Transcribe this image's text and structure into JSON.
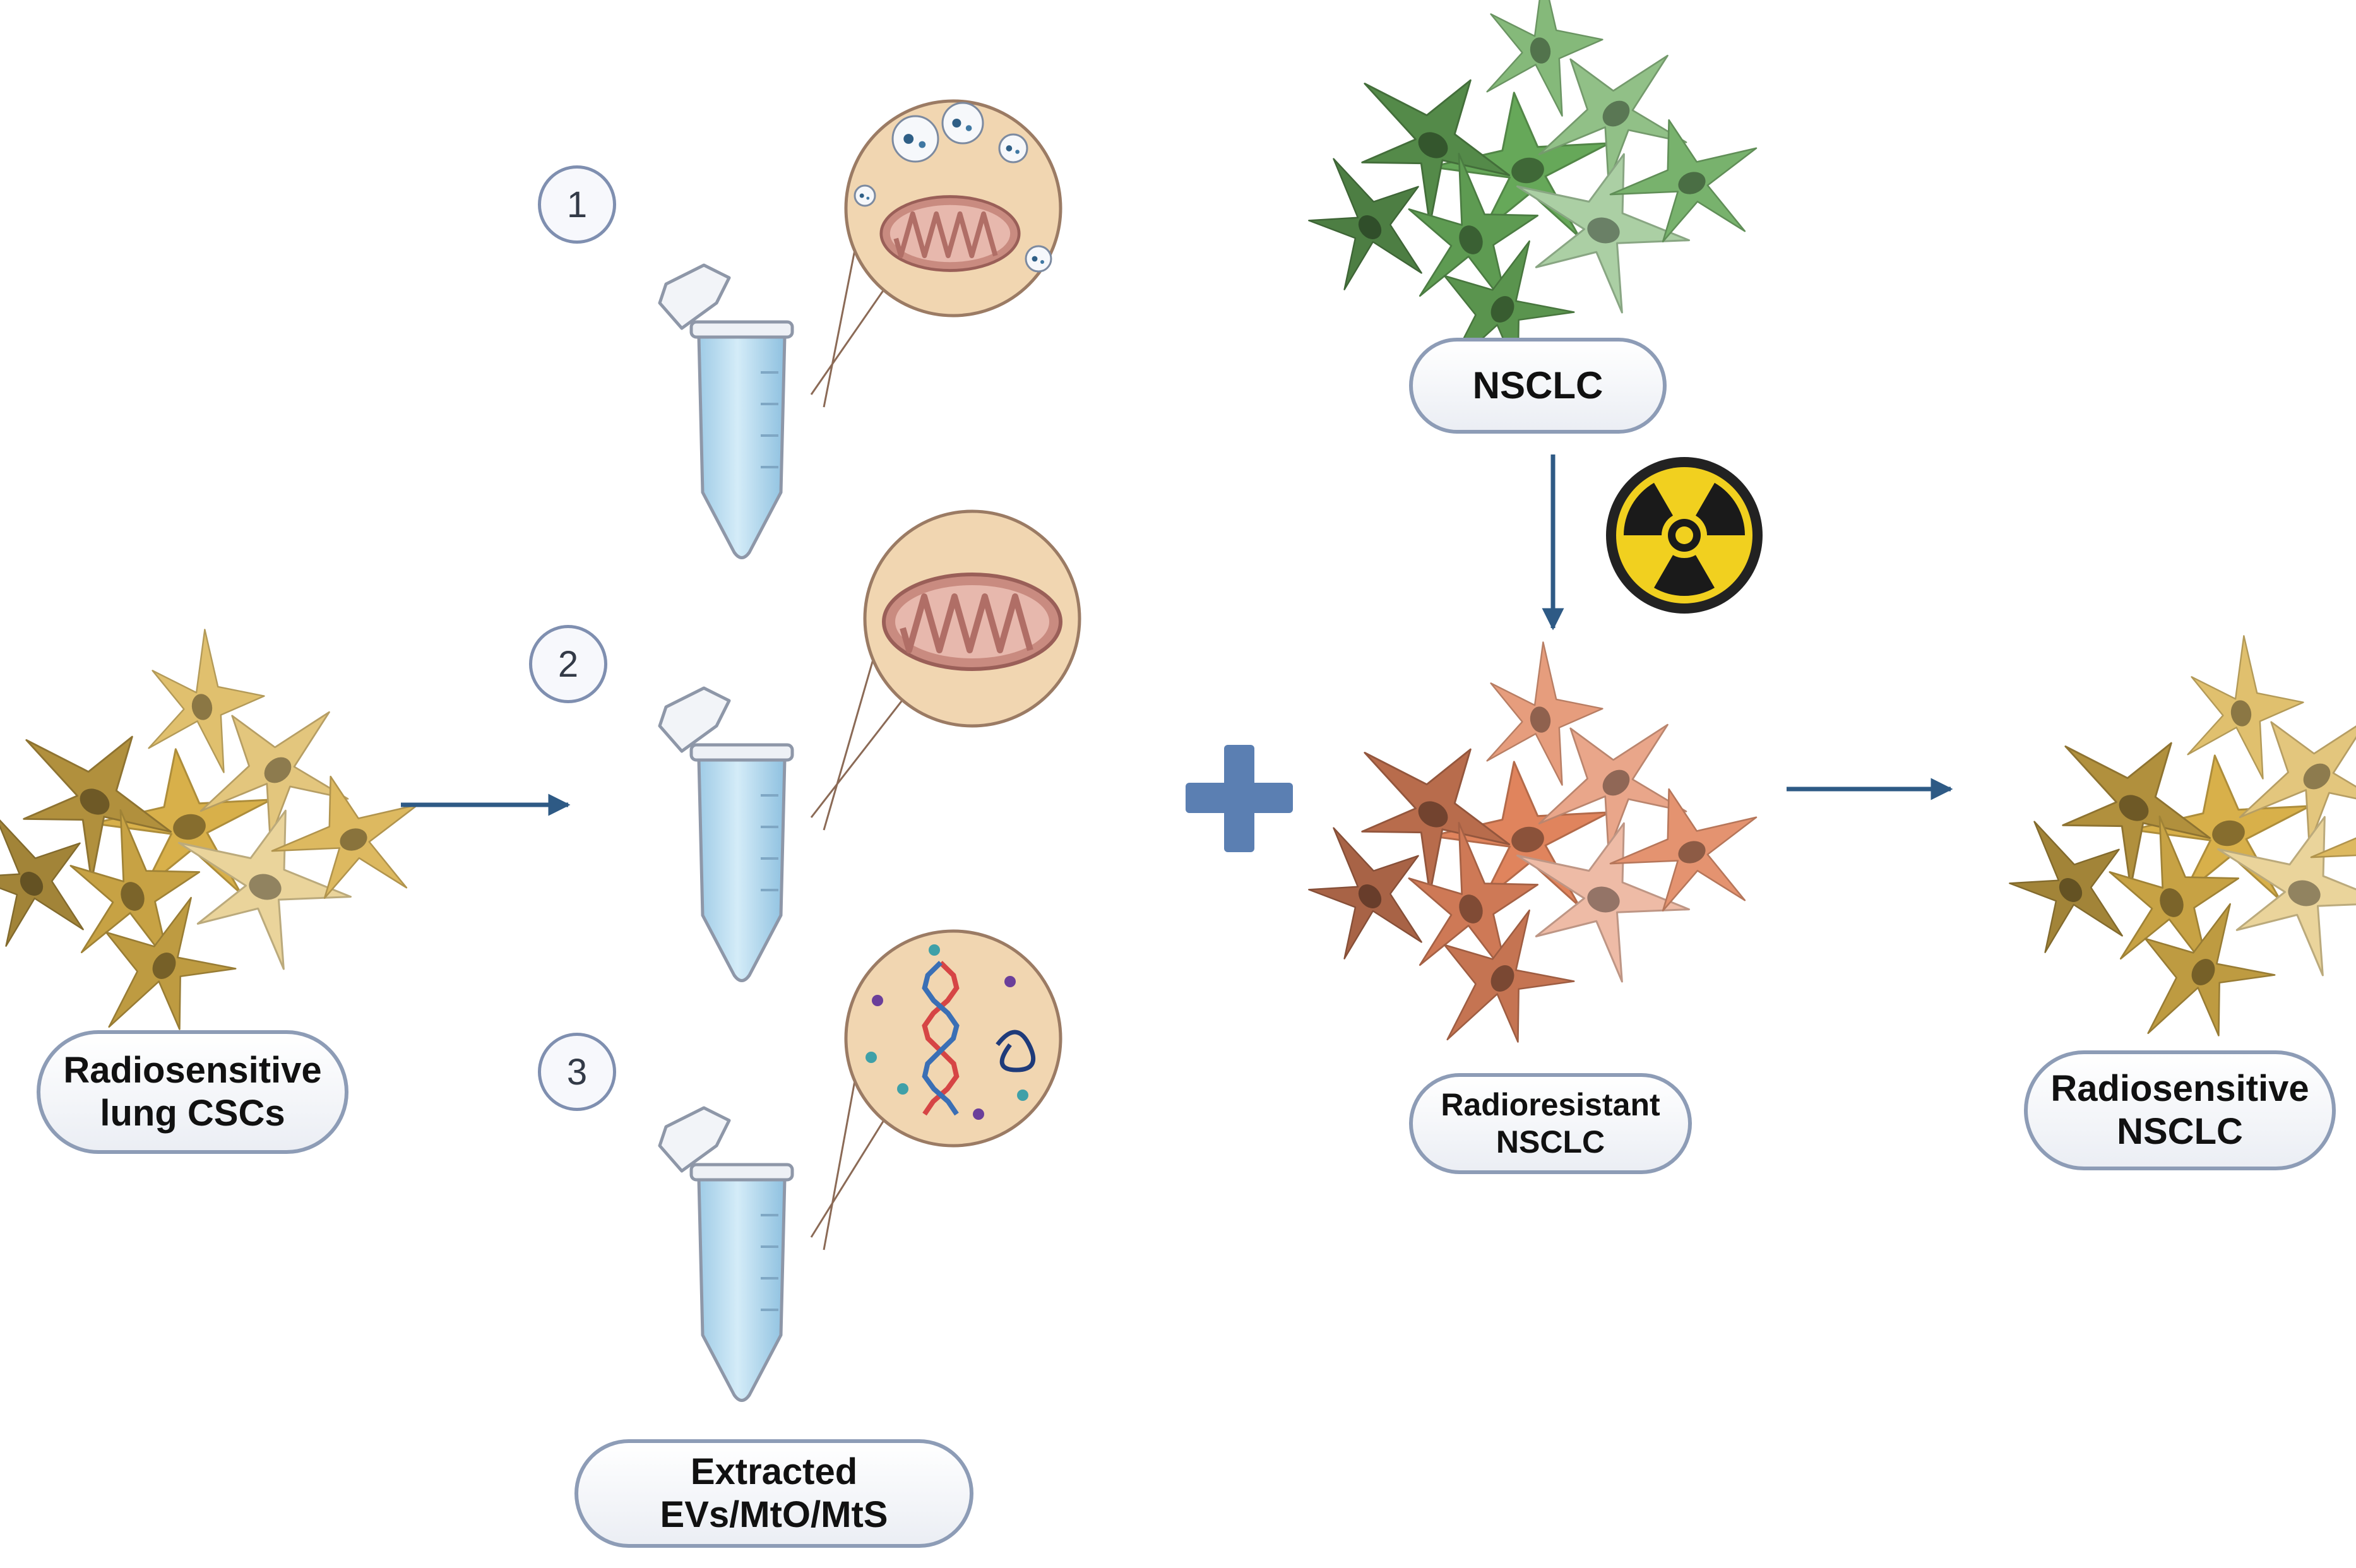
{
  "labels": {
    "source_cells": [
      "Radiosensitive",
      "lung CSCs"
    ],
    "extracted": [
      "Extracted",
      "EVs/MtO/MtS"
    ],
    "nsclc": [
      "NSCLC"
    ],
    "radioresistant": [
      "Radioresistant",
      "NSCLC"
    ],
    "result": [
      "Radiosensitive",
      "NSCLC"
    ]
  },
  "steps": [
    "1",
    "2",
    "3"
  ],
  "icons": {
    "plus": "plus-icon",
    "radiation": "radiation-hazard-icon",
    "tube": "microcentrifuge-tube-icon",
    "cell": "cell-icon"
  },
  "colors": {
    "arrow": "#2e5a85",
    "plus": "#5b7fb2",
    "tube_liquid": "#b9dcf0",
    "zoom_bg": "#f1d6b1",
    "mito": "#c98b80",
    "csc_cells": "#d8b04a",
    "nsclc_cells": "#66a859",
    "radioresistant_cells": "#e0845d",
    "radiation_yellow": "#f1d01f"
  }
}
